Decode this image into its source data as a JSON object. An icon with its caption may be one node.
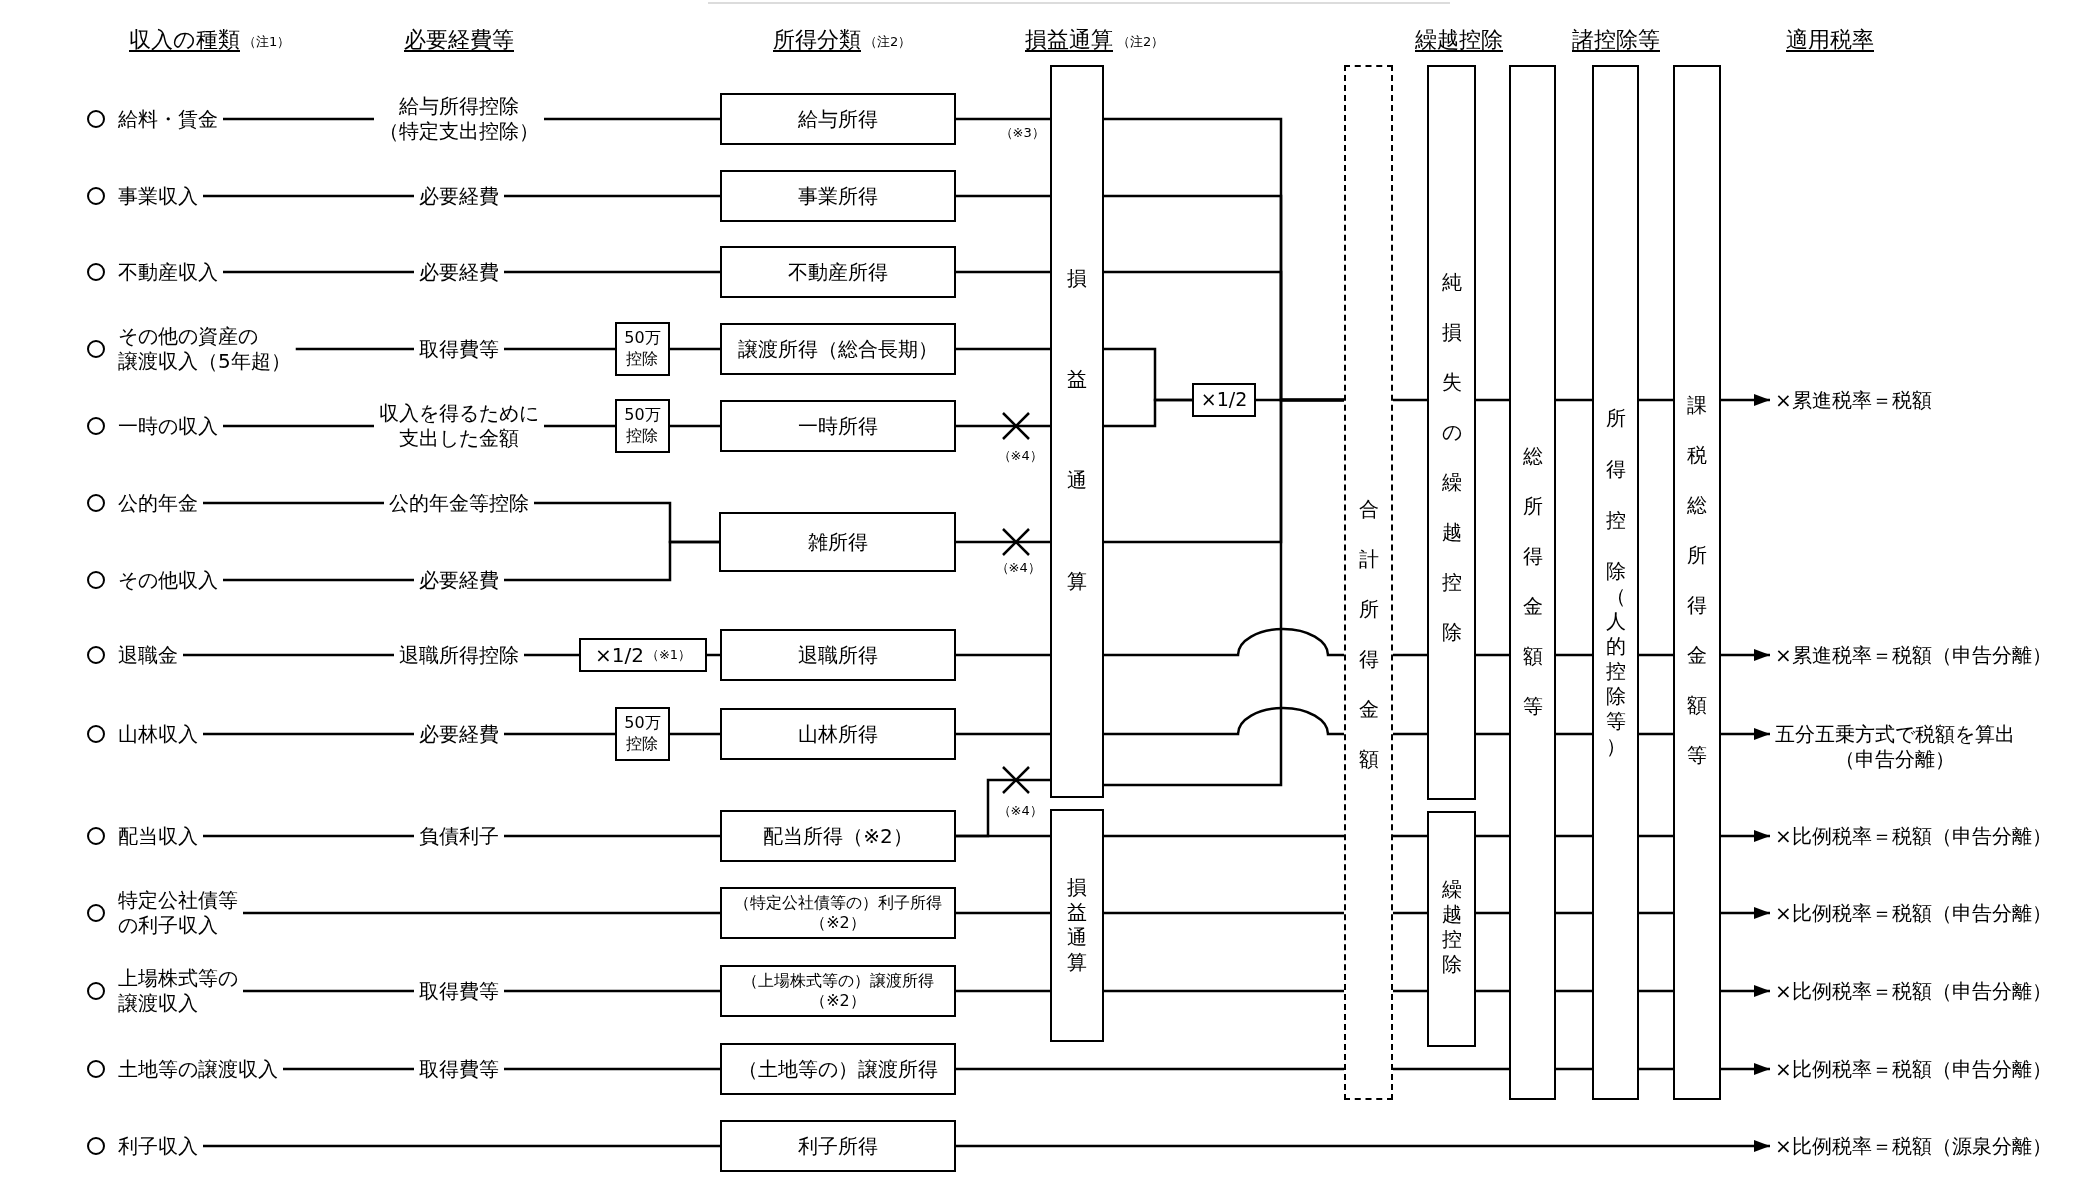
{
  "diagram": {
    "nodes": [
      {
        "text": [
          "給料・賃金"
        ]
      },
      {
        "text": [
          "事業収入"
        ]
      },
      {
        "text": [
          "不動産収入"
        ]
      },
      {
        "text": [
          "その他の資産の譲渡収入（5年超）"
        ]
      },
      {
        "text": [
          "一時の収入"
        ]
      },
      {
        "text": [
          "公的年金"
        ]
      },
      {
        "text": [
          "その他収入"
        ]
      },
      {
        "text": [
          "退職金"
        ]
      },
      {
        "text": [
          "山林収入"
        ]
      },
      {
        "text": [
          "配当収入"
        ]
      },
      {
        "text": [
          "特定公社債等の利子収入"
        ]
      },
      {
        "text": [
          "上場株式等の譲渡収入"
        ]
      },
      {
        "text": [
          "土地等の譲渡収入"
        ]
      },
      {
        "text": [
          "利子収入"
        ]
      },
      {
        "text": [
          "給与所得控除（特定支出控除）"
        ]
      },
      {
        "text": [
          "必要経費"
        ]
      },
      {
        "text": [
          "必要経費"
        ]
      },
      {
        "text": [
          "取得費等"
        ]
      },
      {
        "text": [
          "収入を得るために支出した金額"
        ]
      },
      {
        "text": [
          "公的年金等控除"
        ]
      },
      {
        "text": [
          "必要経費"
        ]
      },
      {
        "text": [
          "退職所得控除"
        ]
      },
      {
        "text": [
          "必要経費"
        ]
      },
      {
        "text": [
          "負債利子"
        ]
      },
      {
        "text": [
          "取得費等"
        ]
      },
      {
        "text": [
          "取得費等"
        ]
      },
      {
        "text": [
          "50万控除"
        ]
      },
      {
        "text": [
          "50万控除"
        ]
      },
      {
        "text": [
          "×1/2",
          "（※1）"
        ]
      },
      {
        "text": [
          "50万控除"
        ]
      },
      {
        "text": [
          "給与所得"
        ]
      },
      {
        "text": [
          "事業所得"
        ]
      },
      {
        "text": [
          "不動産所得"
        ]
      },
      {
        "text": [
          "譲渡所得（総合長期）"
        ]
      },
      {
        "text": [
          "一時所得"
        ]
      },
      {
        "text": [
          "雑所得"
        ]
      },
      {
        "text": [
          "退職所得"
        ]
      },
      {
        "text": [
          "山林所得"
        ]
      },
      {
        "text": [
          "配当所得（※2）"
        ]
      },
      {
        "text": [
          "（特定公社債等の）利子所得（※2）"
        ]
      },
      {
        "text": [
          "（上場株式等の）譲渡所得（※2）"
        ]
      },
      {
        "text": [
          "（土地等の）譲渡所得"
        ]
      },
      {
        "text": [
          "利子所得"
        ]
      },
      {
        "text": [
          "損益通算"
        ]
      },
      {
        "text": [
          "損益通算"
        ]
      },
      {
        "text": [
          "×1/2"
        ]
      },
      {
        "text": [
          "合計所得金額"
        ]
      },
      {
        "text": [
          "純損失の繰越控除"
        ]
      },
      {
        "text": [
          "繰越控除"
        ]
      },
      {
        "text": [
          "総所得金額等"
        ]
      },
      {
        "text": [
          "所得控除（人的控除等）"
        ]
      },
      {
        "text": [
          "課税総所得金額等"
        ]
      },
      {
        "text": [
          "×累進税率＝税額"
        ]
      },
      {
        "text": [
          "×累進税率＝税額（申告分離）"
        ]
      },
      {
        "text": [
          "五分五乗方式で税額を算出（申告分離）"
        ]
      },
      {
        "text": [
          "×比例税率＝税額（申告分離）"
        ]
      },
      {
        "text": [
          "×比例税率＝税額（申告分離）"
        ]
      },
      {
        "text": [
          "×比例税率＝税額（申告分離）"
        ]
      },
      {
        "text": [
          "×比例税率＝税額（申告分離）"
        ]
      },
      {
        "text": [
          "×比例税率＝税額（源泉分離）"
        ]
      }
    ],
    "edges": [
      {
        "from": 0,
        "to": 14,
        "arrow": "none"
      },
      {
        "from": 1,
        "to": 15,
        "arrow": "none"
      },
      {
        "from": 2,
        "to": 16,
        "arrow": "none"
      },
      {
        "from": 3,
        "to": 17,
        "arrow": "none"
      },
      {
        "from": 4,
        "to": 18,
        "arrow": "none"
      },
      {
        "from": 5,
        "to": 19,
        "arrow": "none"
      },
      {
        "from": 6,
        "to": 20,
        "arrow": "none"
      },
      {
        "from": 7,
        "to": 21,
        "arrow": "none"
      },
      {
        "from": 8,
        "to": 22,
        "arrow": "none"
      },
      {
        "from": 9,
        "to": 23,
        "arrow": "none"
      },
      {
        "from": 10,
        "to": 39,
        "arrow": "none"
      },
      {
        "from": 11,
        "to": 24,
        "arrow": "none"
      },
      {
        "from": 12,
        "to": 25,
        "arrow": "none"
      },
      {
        "from": 13,
        "to": 42,
        "arrow": "none"
      },
      {
        "from": 14,
        "to": 30,
        "arrow": "none"
      },
      {
        "from": 15,
        "to": 31,
        "arrow": "none"
      },
      {
        "from": 16,
        "to": 32,
        "arrow": "none"
      },
      {
        "from": 17,
        "to": 26,
        "arrow": "none"
      },
      {
        "from": 26,
        "to": 33,
        "arrow": "none"
      },
      {
        "from": 18,
        "to": 27,
        "arrow": "none"
      },
      {
        "from": 27,
        "to": 34,
        "arrow": "none"
      },
      {
        "from": 19,
        "to": 35,
        "arrow": "none"
      },
      {
        "from": 20,
        "to": 35,
        "arrow": "none"
      },
      {
        "from": 21,
        "to": 28,
        "arrow": "none"
      },
      {
        "from": 28,
        "to": 36,
        "arrow": "none"
      },
      {
        "from": 22,
        "to": 29,
        "arrow": "none"
      },
      {
        "from": 29,
        "to": 37,
        "arrow": "none"
      },
      {
        "from": 23,
        "to": 38,
        "arrow": "none"
      },
      {
        "from": 24,
        "to": 40,
        "arrow": "none"
      },
      {
        "from": 25,
        "to": 41,
        "arrow": "none"
      },
      {
        "from": 30,
        "to": 43,
        "arrow": "none",
        "label": "（※3）"
      },
      {
        "from": 31,
        "to": 43,
        "arrow": "none"
      },
      {
        "from": 32,
        "to": 43,
        "arrow": "none"
      },
      {
        "from": 33,
        "to": 43,
        "arrow": "none"
      },
      {
        "from": 34,
        "to": 43,
        "arrow": "other",
        "label": "（※4）"
      },
      {
        "from": 35,
        "to": 43,
        "arrow": "other",
        "label": "（※4）"
      },
      {
        "from": 36,
        "to": 43,
        "arrow": "none"
      },
      {
        "from": 37,
        "to": 43,
        "arrow": "none"
      },
      {
        "from": 38,
        "to": 43,
        "arrow": "other",
        "label": "（※4）"
      },
      {
        "from": 38,
        "to": 44,
        "arrow": "none"
      },
      {
        "from": 39,
        "to": 44,
        "arrow": "none"
      },
      {
        "from": 40,
        "to": 44,
        "arrow": "none"
      },
      {
        "from": 43,
        "to": 46,
        "arrow": "none"
      },
      {
        "from": 43,
        "to": 46,
        "arrow": "none"
      },
      {
        "from": 43,
        "to": 46,
        "arrow": "none"
      },
      {
        "from": 43,
        "to": 45,
        "arrow": "none"
      },
      {
        "from": 43,
        "to": 45,
        "arrow": "none"
      },
      {
        "from": 45,
        "to": 46,
        "arrow": "none"
      },
      {
        "from": 43,
        "to": 46,
        "arrow": "none"
      },
      {
        "from": 43,
        "to": 46,
        "arrow": "none"
      },
      {
        "from": 43,
        "to": 46,
        "arrow": "none"
      },
      {
        "from": 43,
        "to": 46,
        "arrow": "none"
      },
      {
        "from": 44,
        "to": 46,
        "arrow": "none"
      },
      {
        "from": 44,
        "to": 46,
        "arrow": "none"
      },
      {
        "from": 44,
        "to": 46,
        "arrow": "none"
      },
      {
        "from": 41,
        "to": 46,
        "arrow": "none"
      },
      {
        "from": 46,
        "to": 47,
        "arrow": "none"
      },
      {
        "from": 46,
        "to": 47,
        "arrow": "none"
      },
      {
        "from": 46,
        "to": 47,
        "arrow": "none"
      },
      {
        "from": 46,
        "to": 48,
        "arrow": "none"
      },
      {
        "from": 46,
        "to": 48,
        "arrow": "none"
      },
      {
        "from": 46,
        "to": 48,
        "arrow": "none"
      },
      {
        "from": 46,
        "to": 49,
        "arrow": "none"
      },
      {
        "from": 47,
        "to": 49,
        "arrow": "none"
      },
      {
        "from": 47,
        "to": 49,
        "arrow": "none"
      },
      {
        "from": 47,
        "to": 49,
        "arrow": "none"
      },
      {
        "from": 48,
        "to": 49,
        "arrow": "none"
      },
      {
        "from": 48,
        "to": 49,
        "arrow": "none"
      },
      {
        "from": 48,
        "to": 49,
        "arrow": "none"
      },
      {
        "from": 49,
        "to": 50,
        "arrow": "none"
      },
      {
        "from": 49,
        "to": 50,
        "arrow": "none"
      },
      {
        "from": 49,
        "to": 50,
        "arrow": "none"
      },
      {
        "from": 49,
        "to": 50,
        "arrow": "none"
      },
      {
        "from": 49,
        "to": 50,
        "arrow": "none"
      },
      {
        "from": 49,
        "to": 50,
        "arrow": "none"
      },
      {
        "from": 49,
        "to": 50,
        "arrow": "none"
      },
      {
        "from": 50,
        "to": 51,
        "arrow": "none"
      },
      {
        "from": 50,
        "to": 51,
        "arrow": "none"
      },
      {
        "from": 50,
        "to": 51,
        "arrow": "none"
      },
      {
        "from": 50,
        "to": 51,
        "arrow": "none"
      },
      {
        "from": 50,
        "to": 51,
        "arrow": "none"
      },
      {
        "from": 50,
        "to": 51,
        "arrow": "none"
      },
      {
        "from": 50,
        "to": 51,
        "arrow": "none"
      },
      {
        "from": 51,
        "to": 52,
        "arrow": "to"
      },
      {
        "from": 51,
        "to": 53,
        "arrow": "to"
      },
      {
        "from": 51,
        "to": 54,
        "arrow": "to"
      },
      {
        "from": 51,
        "to": 55,
        "arrow": "to"
      },
      {
        "from": 51,
        "to": 56,
        "arrow": "to"
      },
      {
        "from": 51,
        "to": 57,
        "arrow": "to"
      },
      {
        "from": 51,
        "to": 58,
        "arrow": "to"
      },
      {
        "from": 42,
        "to": 59,
        "arrow": "to"
      }
    ],
    "labels": [
      "収入の種類",
      "（注1）",
      "必要経費等",
      "所得分類",
      "（注2）",
      "損益通算",
      "（注2）",
      "繰越控除",
      "諸控除等",
      "適用税率"
    ]
  }
}
